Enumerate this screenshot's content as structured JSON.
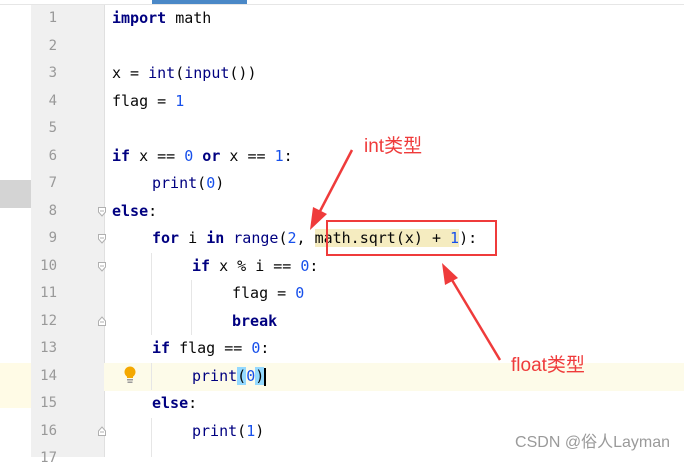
{
  "editor": {
    "lines": [
      {
        "n": "1"
      },
      {
        "n": "2"
      },
      {
        "n": "3"
      },
      {
        "n": "4"
      },
      {
        "n": "5"
      },
      {
        "n": "6"
      },
      {
        "n": "7"
      },
      {
        "n": "8"
      },
      {
        "n": "9"
      },
      {
        "n": "10"
      },
      {
        "n": "11"
      },
      {
        "n": "12"
      },
      {
        "n": "13"
      },
      {
        "n": "14"
      },
      {
        "n": "15"
      },
      {
        "n": "16"
      },
      {
        "n": "17"
      }
    ],
    "code": {
      "l1_kw": "import",
      "l1_rest": " math",
      "l3_a": "x = ",
      "l3_int": "int",
      "l3_b": "(",
      "l3_input": "input",
      "l3_c": "())",
      "l4_a": "flag = ",
      "l4_num": "1",
      "l6_if": "if",
      "l6_a": " x == ",
      "l6_n0": "0",
      "l6_or": " or",
      "l6_b": " x == ",
      "l6_n1": "1",
      "l6_c": ":",
      "l7_print": "print",
      "l7_a": "(",
      "l7_num": "0",
      "l7_b": ")",
      "l8_else": "else",
      "l8_a": ":",
      "l9_for": "for",
      "l9_a": " i ",
      "l9_in": "in",
      "l9_b": " ",
      "l9_range": "range",
      "l9_c": "(",
      "l9_n2": "2",
      "l9_d": ", ",
      "l9_hl_a": "math.sqrt(x) + ",
      "l9_hl_n": "1",
      "l9_e": "):",
      "l10_if": "if",
      "l10_a": " x % i == ",
      "l10_n": "0",
      "l10_b": ":",
      "l11_a": "flag = ",
      "l11_n": "0",
      "l12_break": "break",
      "l13_if": "if",
      "l13_a": " flag == ",
      "l13_n": "0",
      "l13_b": ":",
      "l14_print": "print",
      "l14_a": "(",
      "l14_n": "0",
      "l14_b": ")",
      "l15_else": "else",
      "l15_a": ":",
      "l16_print": "print",
      "l16_a": "(",
      "l16_n": "1",
      "l16_b": ")"
    }
  },
  "annotations": {
    "int_label": "int类型",
    "float_label": "float类型",
    "color": "#ef3b3b"
  },
  "watermark": "CSDN @俗人Layman"
}
